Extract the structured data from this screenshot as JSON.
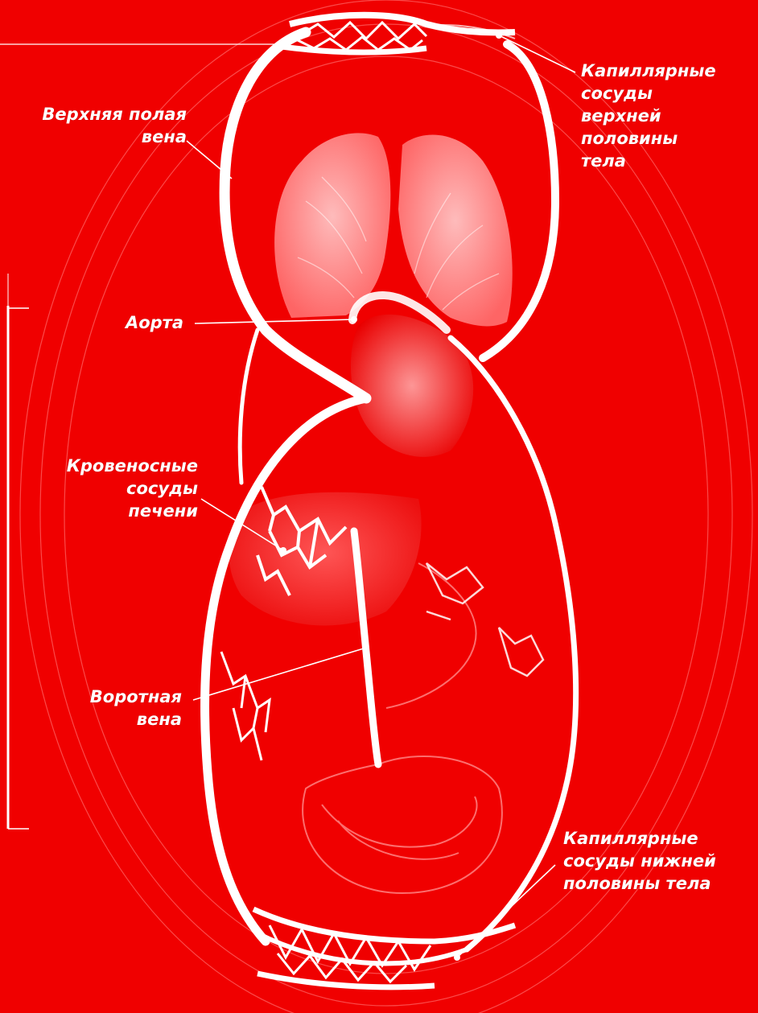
{
  "colors": {
    "background": "#f00000",
    "vessel": "#ffffff",
    "organ": "#ff9a9a"
  },
  "labels": {
    "upper_vena_cava": [
      "Верхняя полая",
      "вена"
    ],
    "upper_capillaries": [
      "Капиллярные",
      "сосуды",
      "верхней",
      "половины",
      "тела"
    ],
    "aorta": [
      "Аорта"
    ],
    "liver_vessels": [
      "Кровеносные",
      "сосуды",
      "печени"
    ],
    "portal_vein": [
      "Воротная",
      "вена"
    ],
    "lower_capillaries": [
      "Капиллярные",
      "сосуды нижней",
      "половины тела"
    ]
  }
}
